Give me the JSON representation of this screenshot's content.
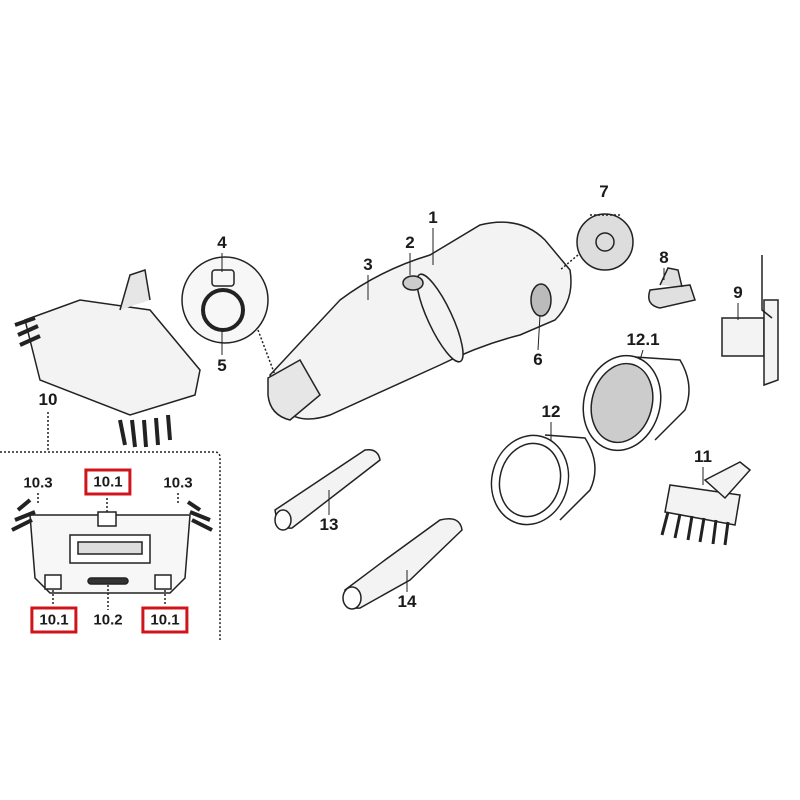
{
  "diagram": {
    "labels": {
      "p1": "1",
      "p2": "2",
      "p3": "3",
      "p4": "4",
      "p5": "5",
      "p6": "6",
      "p7": "7",
      "p8": "8",
      "p9": "9",
      "p10": "10",
      "p11": "11",
      "p12": "12",
      "p12_1": "12.1",
      "p13": "13",
      "p14": "14",
      "p10_1_top": "10.1",
      "p10_1_left": "10.1",
      "p10_1_right": "10.1",
      "p10_2": "10.2",
      "p10_3_left": "10.3",
      "p10_3_right": "10.3"
    },
    "highlight_color": "#d0141c"
  }
}
